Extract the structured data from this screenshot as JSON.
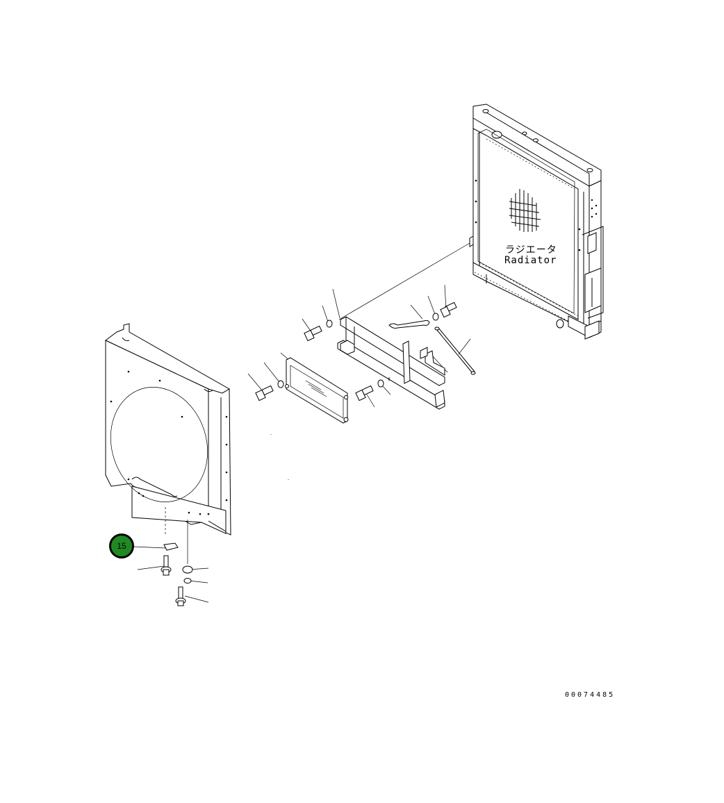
{
  "radiator": {
    "label_jp": "ラジエータ",
    "label_en": "Radiator"
  },
  "callouts": [
    {
      "number": "15",
      "color": "#1f8a22"
    }
  ],
  "document": {
    "number": "00074485"
  },
  "icons": [
    "radiator-grid-icon"
  ]
}
